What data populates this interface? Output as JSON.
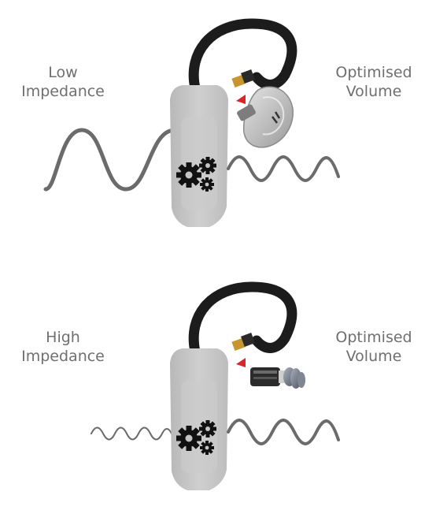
{
  "panels": [
    {
      "input_label": [
        "Low",
        "Impedance"
      ],
      "output_label": [
        "Optimised",
        "Volume"
      ],
      "earphone": "in-ear-monitor-earpiece",
      "input_wave": "large-amplitude-low-frequency",
      "output_wave": "medium-amplitude"
    },
    {
      "input_label": [
        "High",
        "Impedance"
      ],
      "output_label": [
        "Optimised",
        "Volume"
      ],
      "earphone": "in-ear-earphone-with-foam-tip",
      "input_wave": "small-amplitude-high-frequency",
      "output_wave": "medium-amplitude"
    }
  ],
  "colors": {
    "label_text": "#6f6f6f",
    "wave": "#6b6b6b",
    "adapter_body": "#c4c4c4",
    "cable": "#1c1c1c",
    "gear": "#111111",
    "connector": "#c8962e",
    "arrow": "#d8262a"
  }
}
